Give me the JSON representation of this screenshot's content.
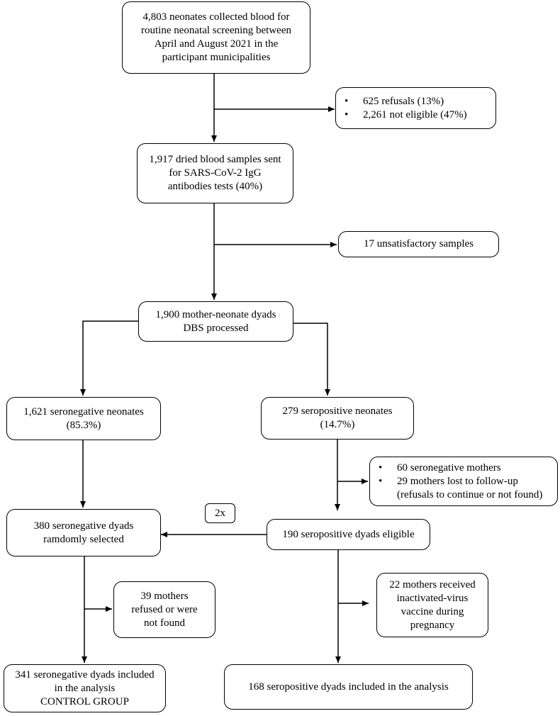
{
  "boxes": {
    "screening": {
      "lines": [
        "4,803 neonates collected blood for",
        "routine neonatal screening between",
        "April and August 2021 in the",
        "participant municipalities"
      ]
    },
    "excluded_1": {
      "items": [
        {
          "lines": [
            "625 refusals (13%)"
          ]
        },
        {
          "lines": [
            "2,261 not eligible (47%)"
          ]
        }
      ]
    },
    "samples_sent": {
      "lines": [
        "1,917 dried blood samples sent",
        "for SARS-CoV-2 IgG",
        "antibodies tests (40%)"
      ]
    },
    "unsatisfactory": {
      "lines": [
        "17 unsatisfactory samples"
      ]
    },
    "dyads_processed": {
      "lines": [
        "1,900 mother-neonate dyads",
        "DBS processed"
      ]
    },
    "seronegative_neonates": {
      "lines": [
        "1,621 seronegative neonates",
        "(85.3%)"
      ]
    },
    "seropositive_neonates": {
      "lines": [
        "279 seropositive neonates",
        "(14.7%)"
      ]
    },
    "excluded_2": {
      "items": [
        {
          "lines": [
            "60 seronegative mothers"
          ]
        },
        {
          "lines": [
            "29 mothers lost to follow-up",
            "(refusals to continue or not found)"
          ]
        }
      ]
    },
    "ratio": {
      "lines": [
        "2x"
      ]
    },
    "seronegative_selected": {
      "lines": [
        "380 seronegative dyads",
        "ramdomly selected"
      ]
    },
    "seropositive_eligible": {
      "lines": [
        "190 seropositive dyads eligible"
      ]
    },
    "mothers_refused": {
      "lines": [
        "39 mothers",
        "refused or were",
        "not found"
      ]
    },
    "vaccine_excluded": {
      "lines": [
        "22 mothers received",
        "inactivated-virus",
        "vaccine during",
        "pregnancy"
      ]
    },
    "control_group": {
      "lines": [
        "341 seronegative dyads included",
        "in the analysis",
        "CONTROL GROUP"
      ]
    },
    "seropositive_included": {
      "lines": [
        "168 seropositive dyads included in the analysis"
      ]
    }
  },
  "bullet_symbol": "•"
}
